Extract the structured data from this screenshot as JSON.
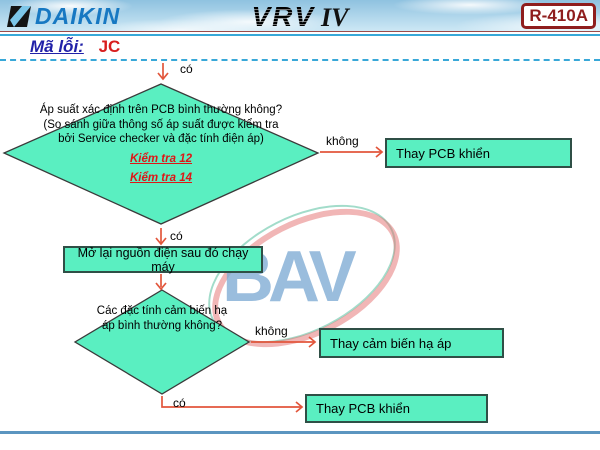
{
  "colors": {
    "teal": "#5AEFC1",
    "node-border": "#2F4F46",
    "arrow": "#E2563C",
    "check-red": "#DE1616",
    "brand-blue": "#1778C2",
    "badge-red": "#8F1D1D",
    "navy": "#2121A8",
    "dash-blue": "#38A8D8",
    "bottom-line": "#5B95C0"
  },
  "header": {
    "brand": "DAIKIN",
    "product": "VRV",
    "generation": "IV",
    "badge": "R-410A"
  },
  "error": {
    "label": "Mã lỗi:",
    "code": "JC"
  },
  "watermark": {
    "text": "BAV"
  },
  "flow": {
    "labels": {
      "yes": "có",
      "no": "không"
    },
    "q_pressure": "Áp suất xác định trên PCB bình thường không? (So sánh giữa thông số áp suất được kiểm tra bởi Service checker và đặc tính điện áp)",
    "checks": [
      "Kiểm tra 12",
      "Kiểm tra 14"
    ],
    "replace_pcb_top": "Thay PCB khiển",
    "restart": "Mở lại nguồn điện sau đó chạy máy",
    "q_sensor": "Các đặc tính cảm biến hạ áp bình thường không?",
    "replace_sensor": "Thay cảm biến hạ áp",
    "replace_pcb_bottom": "Thay PCB khiển"
  }
}
